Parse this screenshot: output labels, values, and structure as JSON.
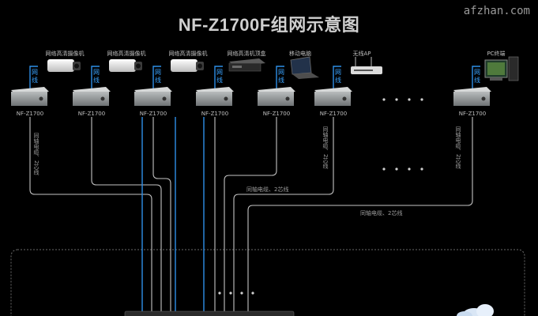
{
  "title": "NF-Z1700F组网示意图",
  "watermark": "afzhan.com",
  "colors": {
    "network_line": "#2e8fe8",
    "coax_line": "#c8c8c8",
    "background": "#000000"
  },
  "devices": [
    {
      "label": "网络高清摄像机",
      "icon": "camera-icon"
    },
    {
      "label": "网络高清摄像机",
      "icon": "camera-icon"
    },
    {
      "label": "网络高清摄像机",
      "icon": "camera-icon"
    },
    {
      "label": "网络高清机顶盒",
      "icon": "set-top-box-icon"
    },
    {
      "label": "移动电脑",
      "icon": "laptop-icon"
    },
    {
      "label": "无线AP",
      "icon": "wireless-router-icon"
    },
    {
      "label": "PC终端",
      "icon": "desktop-pc-icon"
    }
  ],
  "net_label": [
    "网",
    "线"
  ],
  "converter_label": "NF-Z1700",
  "coax_vertical_label": "同轴电缆、2芯线",
  "coax_label_1": "同轴电缆、2芯线",
  "coax_label_2": "同轴电缆、2芯线"
}
